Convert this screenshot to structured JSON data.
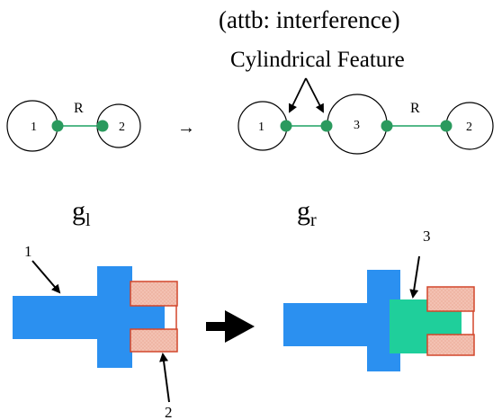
{
  "header": {
    "attribute_label": "(attb: interference)",
    "feature_label": "Cylindrical Feature"
  },
  "left_graph": {
    "node_1": "1",
    "node_2": "2",
    "edge_label": "R",
    "name_main": "g",
    "name_sub": "l"
  },
  "transform_arrow": "→",
  "right_graph": {
    "node_1": "1",
    "node_3": "3",
    "node_2": "2",
    "edge_label": "R",
    "name_main": "g",
    "name_sub": "r"
  },
  "assembly_left": {
    "callout_1": "1",
    "callout_2": "2"
  },
  "assembly_right": {
    "callout_3": "3"
  },
  "colors": {
    "shaft_blue": "#2b90f0",
    "sleeve_green": "#1fcf9b",
    "graph_node_green": "#2a9a5e",
    "graph_edge_green": "#55b98a",
    "nut_fill": "#f3c1b2",
    "nut_border": "#d2462b"
  }
}
